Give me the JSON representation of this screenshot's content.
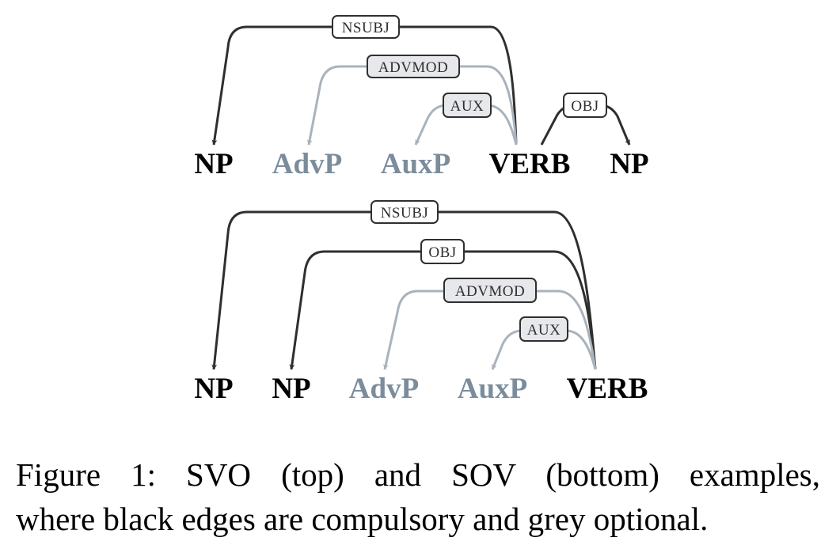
{
  "colors": {
    "compulsory": "#2f2f2f",
    "optional_edge": "#a9b3bd",
    "optional_word": "#7b8c9c",
    "label_fill_compulsory": "#ffffff",
    "label_fill_optional": "#e6e8eb"
  },
  "svo": {
    "words": [
      "NP",
      "AdvP",
      "AuxP",
      "VERB",
      "NP"
    ],
    "optional": [
      false,
      true,
      true,
      false,
      false
    ],
    "edges": [
      {
        "label": "NSUBJ",
        "optional": false
      },
      {
        "label": "ADVMOD",
        "optional": true
      },
      {
        "label": "AUX",
        "optional": true
      },
      {
        "label": "OBJ",
        "optional": false
      }
    ]
  },
  "sov": {
    "words": [
      "NP",
      "NP",
      "AdvP",
      "AuxP",
      "VERB"
    ],
    "optional": [
      false,
      false,
      true,
      true,
      false
    ],
    "edges": [
      {
        "label": "NSUBJ",
        "optional": false
      },
      {
        "label": "OBJ",
        "optional": false
      },
      {
        "label": "ADVMOD",
        "optional": true
      },
      {
        "label": "AUX",
        "optional": true
      }
    ]
  },
  "caption": {
    "line1": "Figure 1: SVO (top) and SOV (bottom) examples,",
    "line2": "where black edges are compulsory and grey optional."
  }
}
